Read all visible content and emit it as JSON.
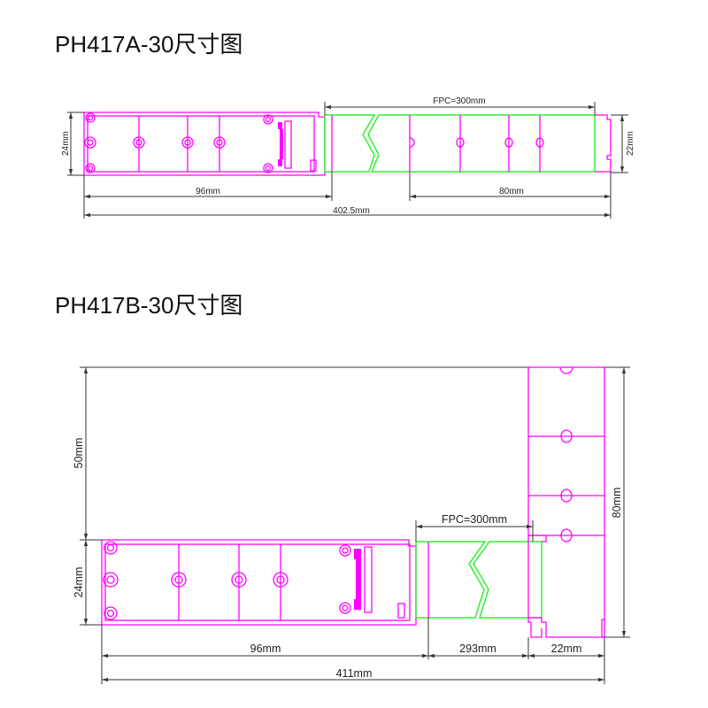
{
  "diagram_a": {
    "title": "PH417A-30尺寸图",
    "fpc_label": "FPC=300mm",
    "height_left": "24mm",
    "height_right": "22mm",
    "len_board": "96mm",
    "len_card": "80mm",
    "len_total": "402.5mm"
  },
  "diagram_b": {
    "title": "PH417B-30尺寸图",
    "fpc_label": "FPC=300mm",
    "offset_height": "50mm",
    "height_left": "24mm",
    "height_right": "80mm",
    "len_board": "96mm",
    "len_fpc": "293mm",
    "len_card": "22mm",
    "len_total": "411mm"
  },
  "colors": {
    "board": "#ff00ff",
    "fpc": "#33ee33",
    "dimension": "#333333"
  }
}
